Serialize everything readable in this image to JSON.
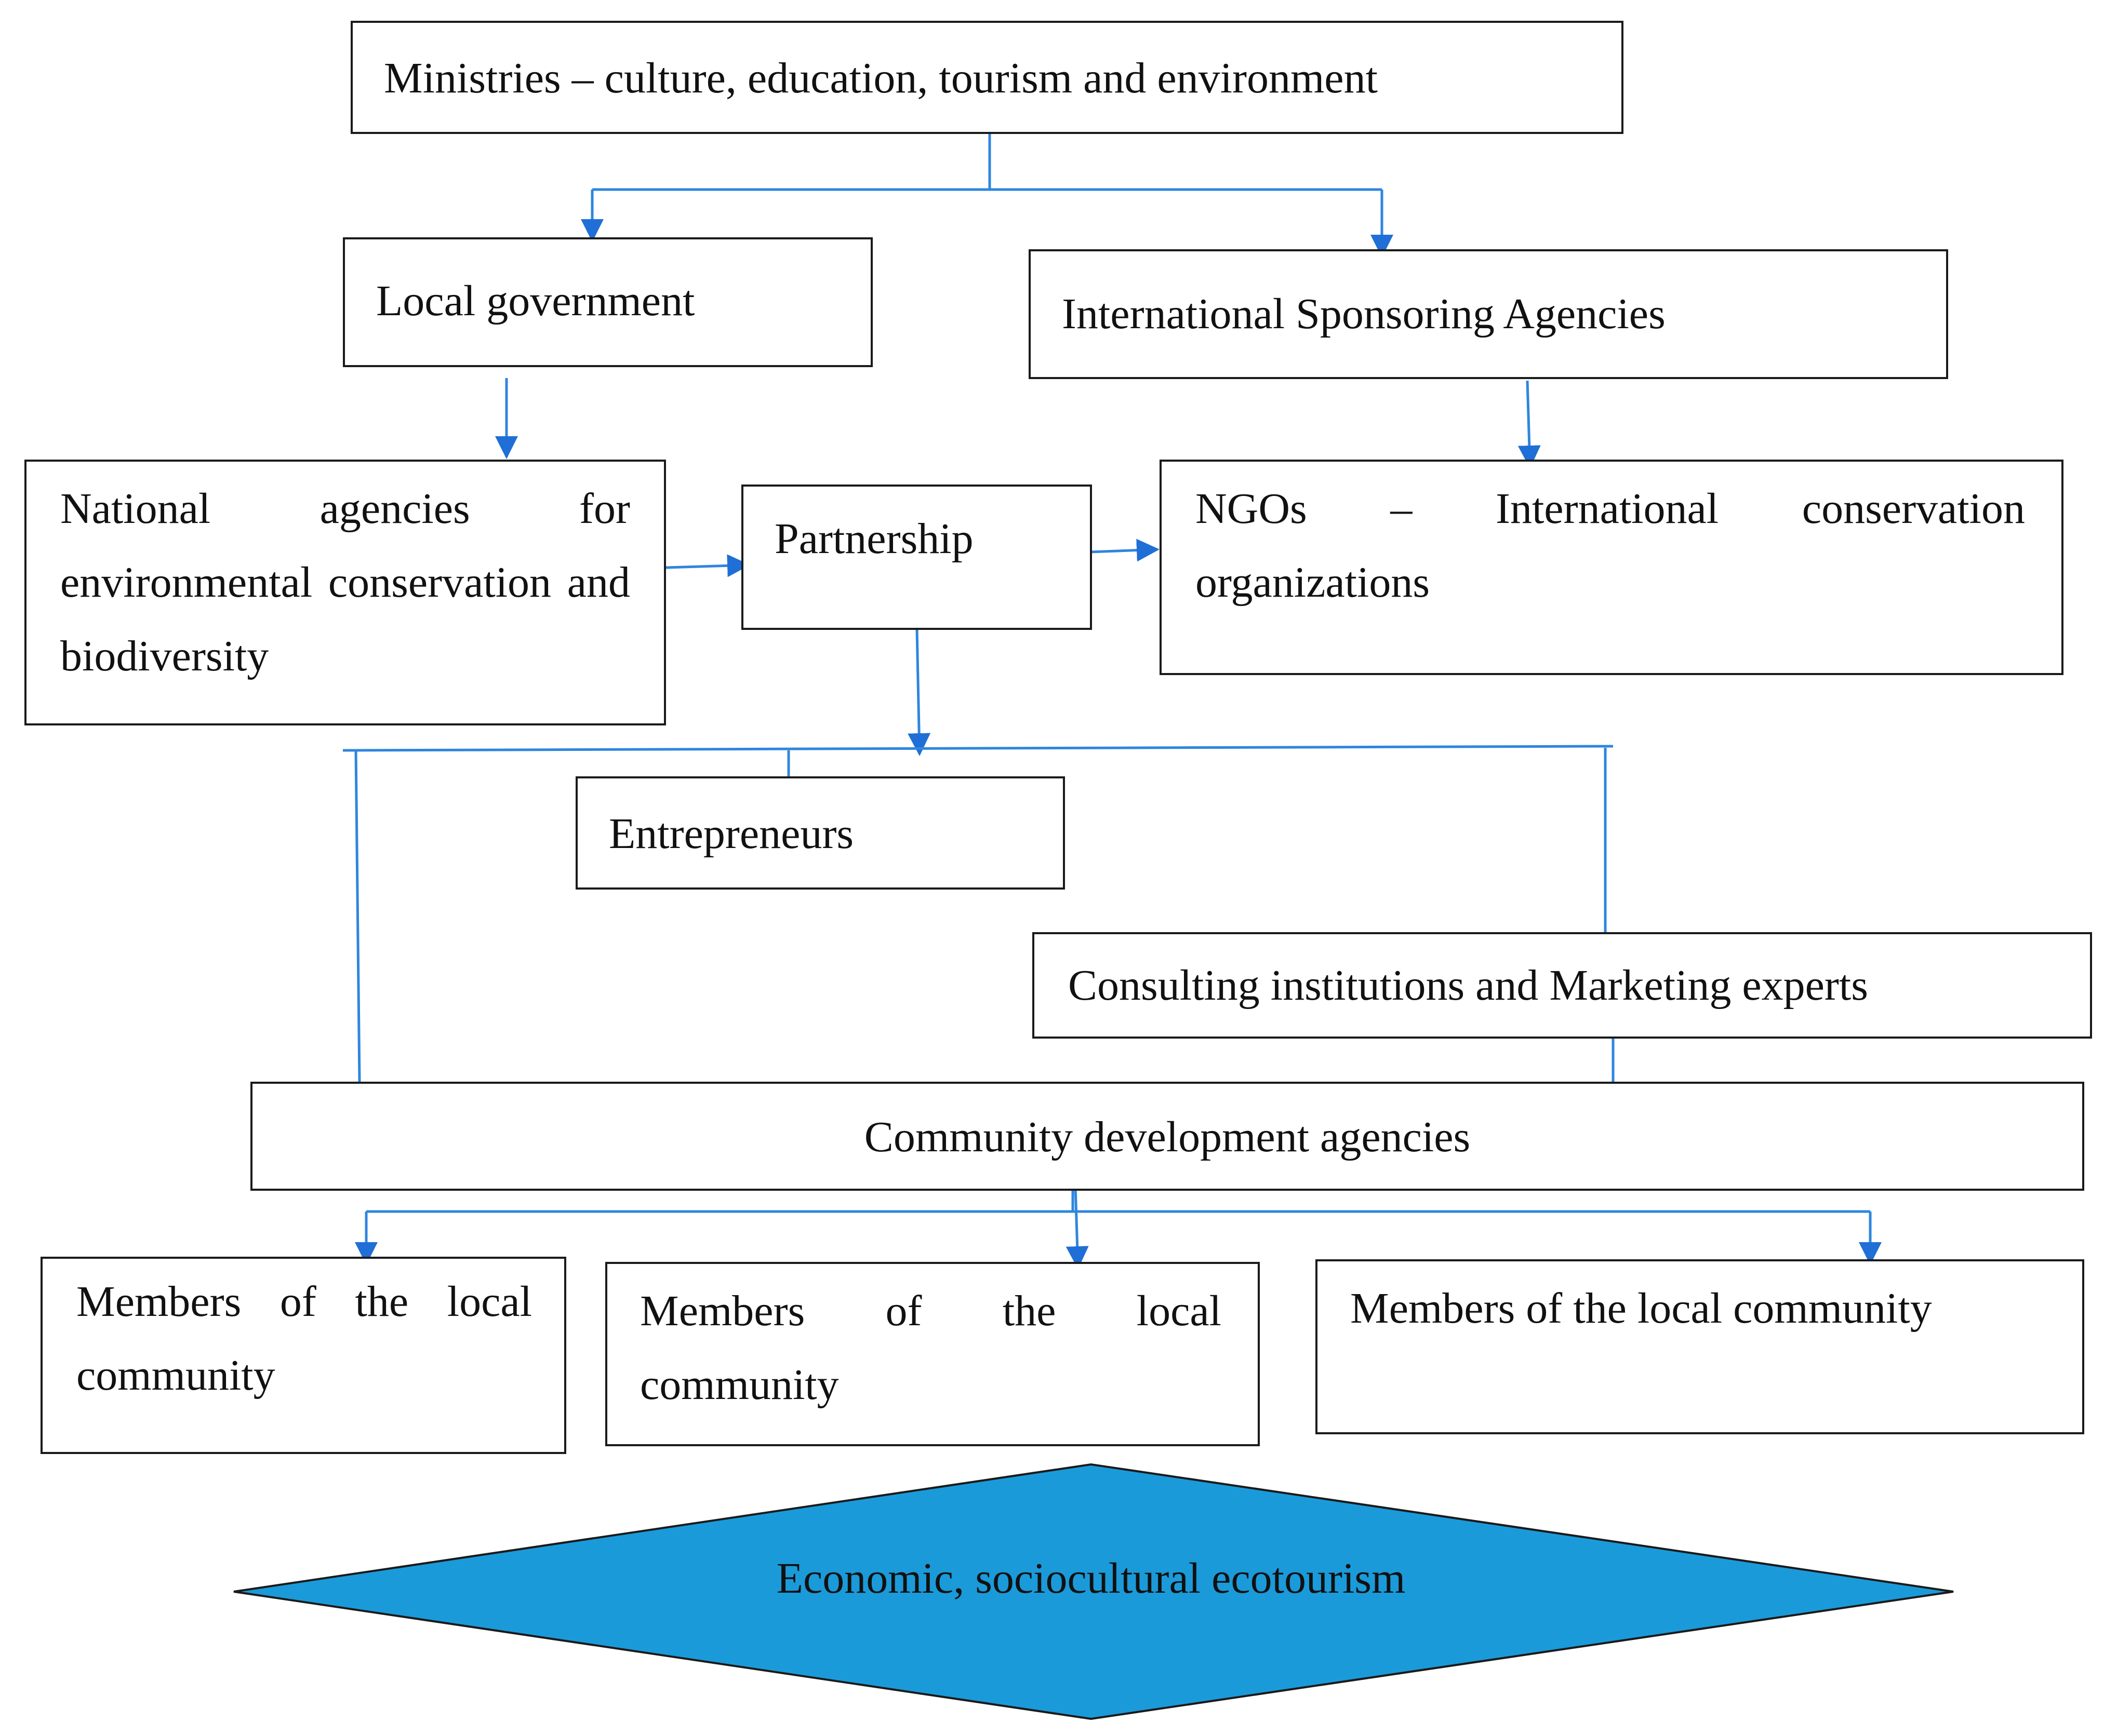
{
  "colors": {
    "connector": "#2e86de",
    "arrow": "#1f6fd6",
    "diamond_fill": "#1b9ad9",
    "border": "#1a1a1a"
  },
  "nodes": {
    "ministries": "Ministries – culture, education, tourism and environment",
    "local_government": "Local government",
    "international_sponsoring": "International Sponsoring Agencies",
    "national_agencies": "National agencies for environmental conservation and biodiversity",
    "partnership": "Partnership",
    "ngos": "NGOs – International conservation organizations",
    "entrepreneurs": "Entrepreneurs",
    "consulting": "Consulting institutions and Marketing experts",
    "community_development": "Community development agencies",
    "members_1": "Members of the local community",
    "members_2": "Members of the local community",
    "members_3": "Members of the local community",
    "outcome": "Economic, sociocultural ecotourism"
  }
}
